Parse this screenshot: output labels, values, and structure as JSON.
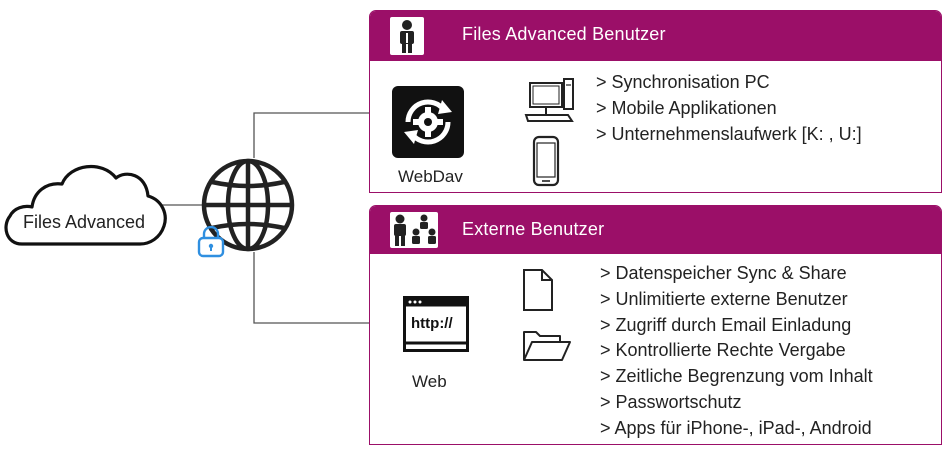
{
  "cloud": {
    "label": "Files Advanced"
  },
  "icons": {
    "cloud": "cloud-icon",
    "globe": "globe-icon",
    "lock": "lock-icon",
    "user": "person-icon",
    "external_users": "people-group-icon",
    "webdav": "gear-sync-icon",
    "desktop": "desktop-computer-icon",
    "phone": "smartphone-icon",
    "browser": "browser-window-icon",
    "document": "document-icon",
    "folder": "open-folder-icon"
  },
  "colors": {
    "accent": "#9b0f68",
    "lock": "#2f8fe0"
  },
  "panels": {
    "advanced_users": {
      "title": "Files Advanced Benutzer",
      "access_label": "WebDav",
      "features": [
        "> Synchronisation PC",
        "> Mobile Applikationen",
        "> Unternehmenslaufwerk [K: , U:]"
      ]
    },
    "external_users": {
      "title": "Externe Benutzer",
      "access_label": "Web",
      "browser_text": "http://",
      "features": [
        "> Datenspeicher Sync & Share",
        "> Unlimitierte externe Benutzer",
        "> Zugriff durch Email Einladung",
        "> Kontrollierte Rechte Vergabe",
        "> Zeitliche Begrenzung vom Inhalt",
        "> Passwortschutz",
        "> Apps für iPhone-, iPad-, Android"
      ]
    }
  }
}
